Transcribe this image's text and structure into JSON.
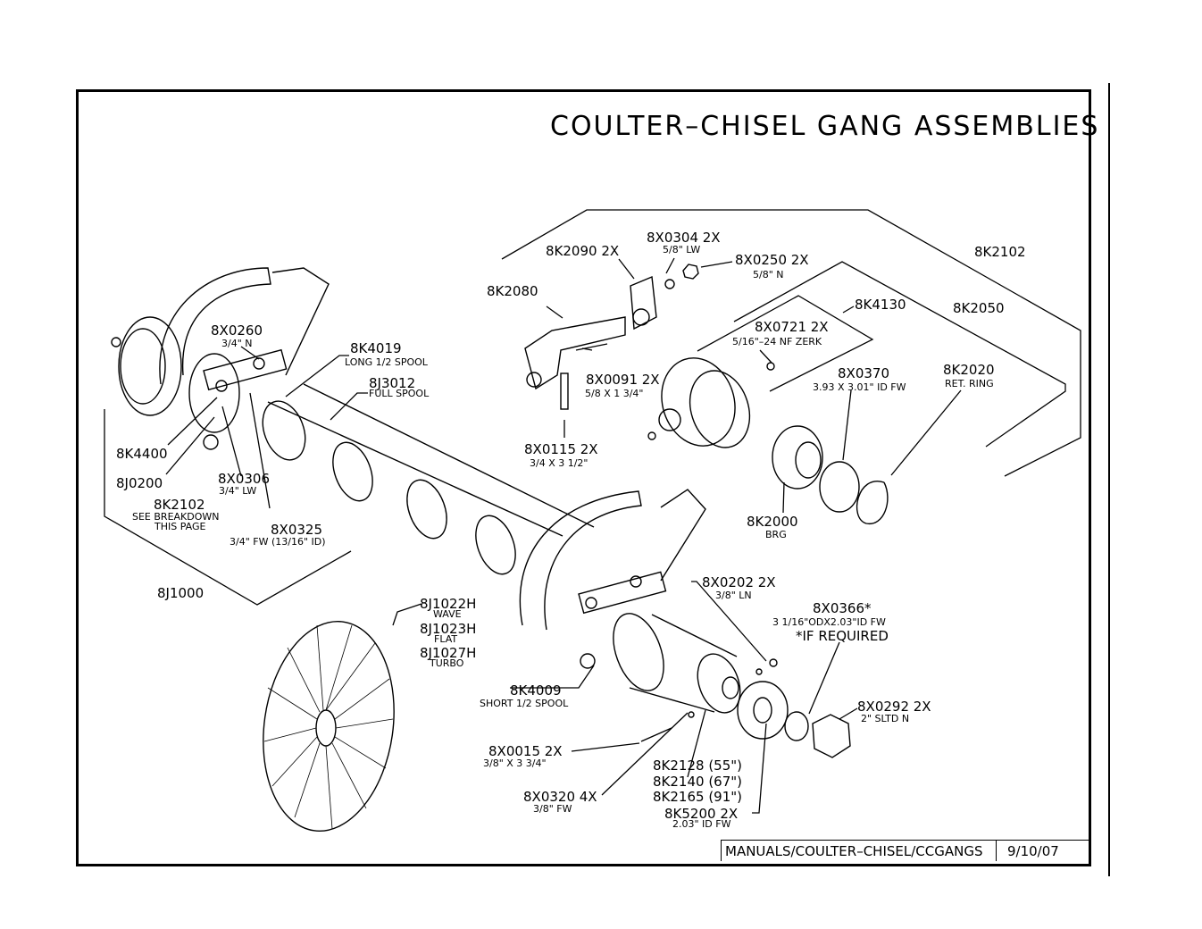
{
  "title": "COULTER–CHISEL GANG ASSEMBLIES",
  "title_block": {
    "path": "MANUALS/COULTER–CHISEL/CCGANGS",
    "date": "9/10/07"
  },
  "callouts": [
    {
      "id": "c-8k2090",
      "part": "8K2090 2X",
      "desc": ""
    },
    {
      "id": "c-8x0304",
      "part": "8X0304 2X",
      "desc": "5/8\" LW"
    },
    {
      "id": "c-8x0250",
      "part": "8X0250 2X",
      "desc": "5/8\" N"
    },
    {
      "id": "c-8k2102a",
      "part": "8K2102",
      "desc": ""
    },
    {
      "id": "c-8k2080",
      "part": "8K2080",
      "desc": ""
    },
    {
      "id": "c-8k4130",
      "part": "8K4130",
      "desc": ""
    },
    {
      "id": "c-8k2050",
      "part": "8K2050",
      "desc": ""
    },
    {
      "id": "c-8x0721",
      "part": "8X0721 2X",
      "desc": "5/16\"–24 NF ZERK"
    },
    {
      "id": "c-8x0260",
      "part": "8X0260",
      "desc": "3/4\" N"
    },
    {
      "id": "c-8k4019",
      "part": "8K4019",
      "desc": "LONG 1/2 SPOOL"
    },
    {
      "id": "c-8j3012",
      "part": "8J3012",
      "desc": "FULL SPOOL"
    },
    {
      "id": "c-8x0091",
      "part": "8X0091 2X",
      "desc": "5/8 X 1 3/4\""
    },
    {
      "id": "c-8x0370",
      "part": "8X0370",
      "desc": "3.93 X 3.01\" ID FW"
    },
    {
      "id": "c-8k2020",
      "part": "8K2020",
      "desc": "RET. RING"
    },
    {
      "id": "c-8x0115",
      "part": "8X0115 2X",
      "desc": "3/4 X 3 1/2\""
    },
    {
      "id": "c-8k4400",
      "part": "8K4400",
      "desc": ""
    },
    {
      "id": "c-8j0200",
      "part": "8J0200",
      "desc": ""
    },
    {
      "id": "c-8x0306",
      "part": "8X0306",
      "desc": "3/4\" LW"
    },
    {
      "id": "c-8k2102b",
      "part": "8K2102",
      "desc": "SEE BREAKDOWN",
      "desc2": "THIS PAGE"
    },
    {
      "id": "c-8x0325",
      "part": "8X0325",
      "desc": "3/4\" FW (13/16\" ID)"
    },
    {
      "id": "c-8k2000",
      "part": "8K2000",
      "desc": "BRG"
    },
    {
      "id": "c-8j1000",
      "part": "8J1000",
      "desc": ""
    },
    {
      "id": "c-8x0202",
      "part": "8X0202 2X",
      "desc": "3/8\" LN"
    },
    {
      "id": "c-8x0366",
      "part": "8X0366*",
      "desc": "3 1/16\"ODX2.03\"ID FW",
      "desc2": "*IF REQUIRED"
    },
    {
      "id": "c-8j1022h",
      "part": "8J1022H",
      "desc": "WAVE"
    },
    {
      "id": "c-8j1023h",
      "part": "8J1023H",
      "desc": "FLAT"
    },
    {
      "id": "c-8j1027h",
      "part": "8J1027H",
      "desc": "TURBO"
    },
    {
      "id": "c-8k4009",
      "part": "8K4009",
      "desc": "SHORT 1/2 SPOOL"
    },
    {
      "id": "c-8x0292",
      "part": "8X0292 2X",
      "desc": "2\" SLTD N"
    },
    {
      "id": "c-8x0015",
      "part": "8X0015 2X",
      "desc": "3/8\" X 3 3/4\""
    },
    {
      "id": "c-8k2128",
      "part": "8K2128 (55\")",
      "desc": ""
    },
    {
      "id": "c-8k2140",
      "part": "8K2140 (67\")",
      "desc": ""
    },
    {
      "id": "c-8k2165",
      "part": "8K2165 (91\")",
      "desc": ""
    },
    {
      "id": "c-8x0320",
      "part": "8X0320 4X",
      "desc": "3/8\" FW"
    },
    {
      "id": "c-8k5200",
      "part": "8K5200 2X",
      "desc": "2.03\" ID FW"
    }
  ]
}
